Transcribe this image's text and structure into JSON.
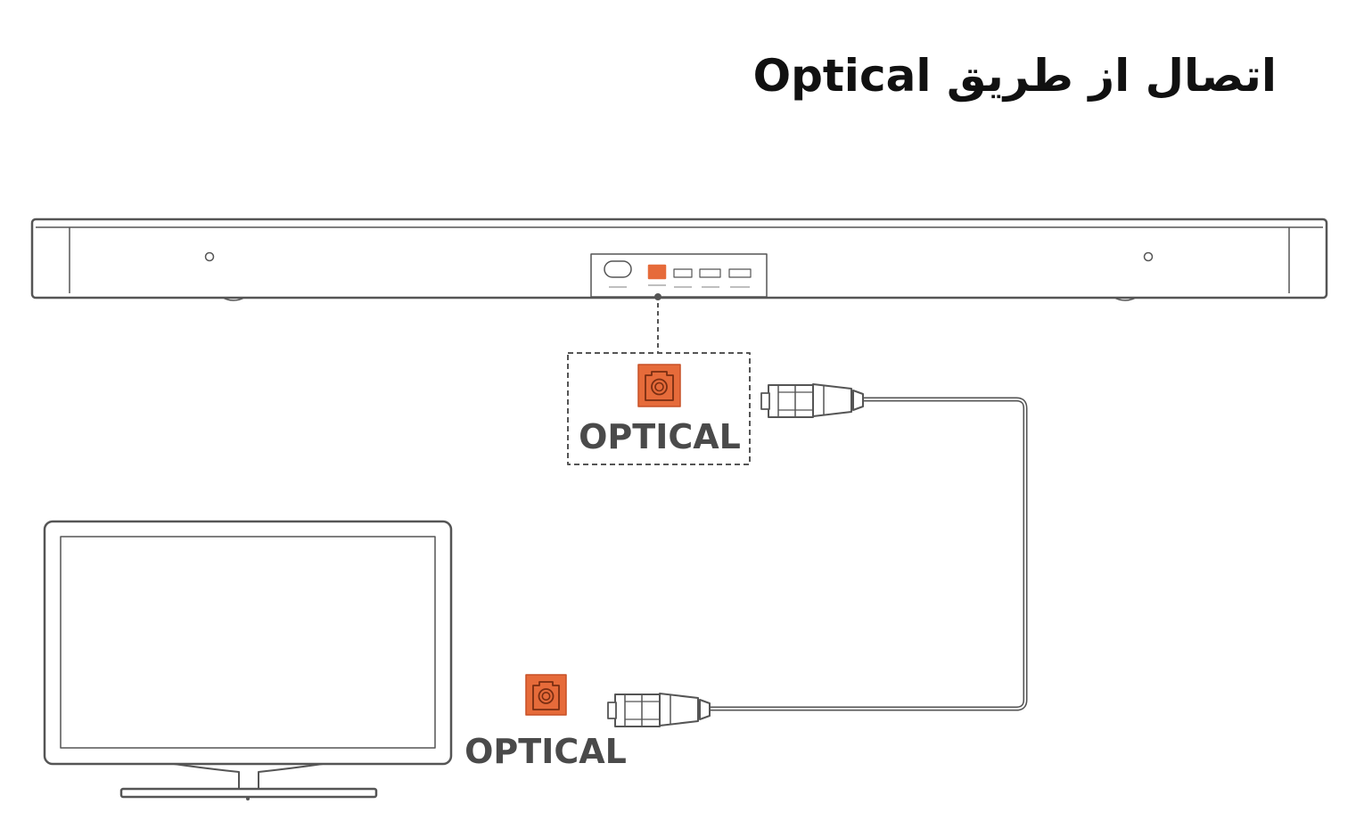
{
  "page": {
    "title": "اتصال از طریق Optical"
  },
  "diagram": {
    "soundbar_port_label": "OPTICAL",
    "tv_port_label": "OPTICAL"
  },
  "colors": {
    "optical_port": "#e66b3a",
    "line": "#555555",
    "text": "#4a4a4a"
  }
}
